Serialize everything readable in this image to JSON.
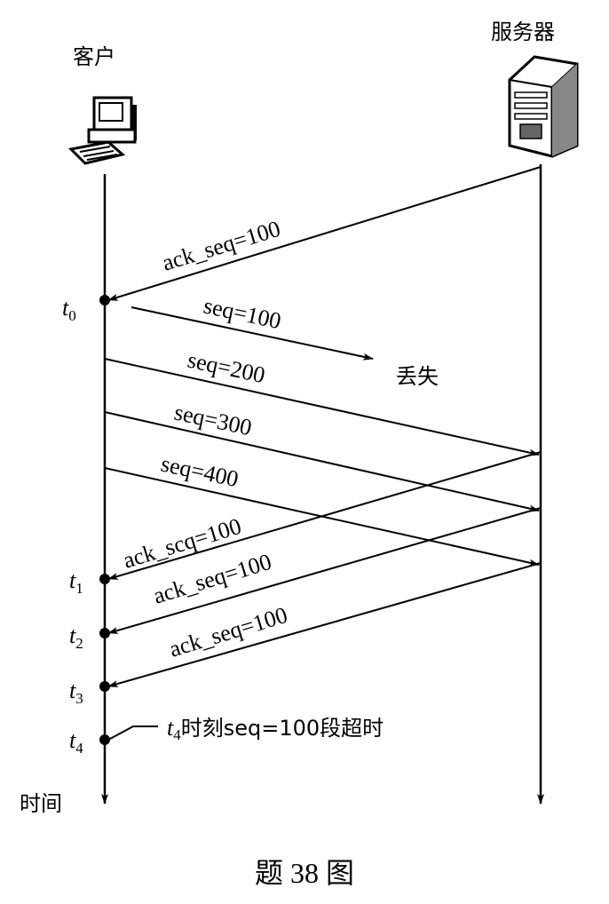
{
  "client_label": "客户",
  "server_label": "服务器",
  "messages": [
    {
      "text": "ack_seq=100"
    },
    {
      "text": "seq=100"
    },
    {
      "text": "seq=200"
    },
    {
      "text": "seq=300"
    },
    {
      "text": "seq=400"
    },
    {
      "text": "ack_scq=100"
    },
    {
      "text": "ack_seq=100"
    },
    {
      "text": "ack_seq=100"
    }
  ],
  "lost_label": "丢失",
  "time_markers": [
    {
      "base": "t",
      "sub": "0"
    },
    {
      "base": "t",
      "sub": "1"
    },
    {
      "base": "t",
      "sub": "2"
    },
    {
      "base": "t",
      "sub": "3"
    },
    {
      "base": "t",
      "sub": "4"
    }
  ],
  "timeout_note": {
    "base": "t",
    "sub": "4",
    "text": "时刻seq=100段超时"
  },
  "time_axis_label": "时间",
  "caption": "题 38 图",
  "icons": [
    "desktop-computer-icon",
    "server-tower-icon"
  ]
}
